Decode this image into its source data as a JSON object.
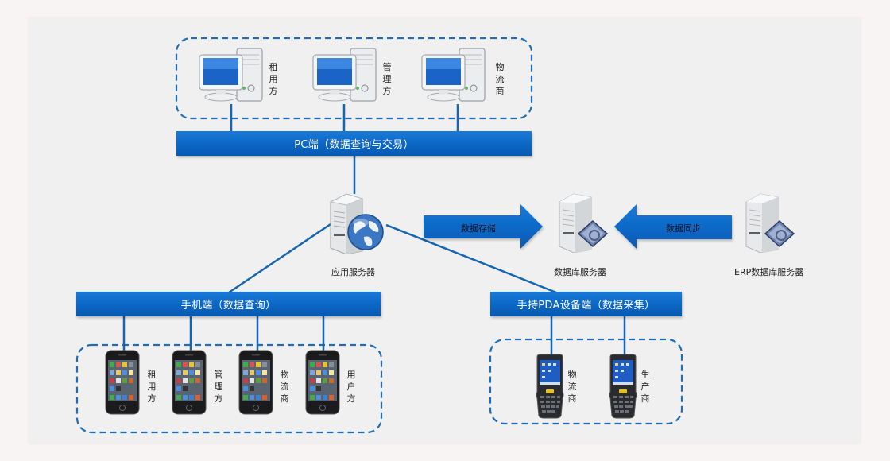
{
  "diagram": {
    "pc_group": {
      "bar_label": "PC端（数据查询与交易）",
      "terminals": [
        {
          "label": "租用方",
          "icon": "desktop-computer-icon"
        },
        {
          "label": "管理方",
          "icon": "desktop-computer-icon"
        },
        {
          "label": "物流商",
          "icon": "desktop-computer-icon"
        }
      ]
    },
    "app_server": {
      "label": "应用服务器",
      "icon": "web-server-icon"
    },
    "db_server": {
      "label": "数据库服务器",
      "icon": "database-server-icon"
    },
    "erp_server": {
      "label": "ERP数据库服务器",
      "icon": "database-server-icon"
    },
    "arrows": {
      "store": {
        "label": "数据存储",
        "direction": "right"
      },
      "sync": {
        "label": "数据同步",
        "direction": "left"
      }
    },
    "mobile_group": {
      "bar_label": "手机端（数据查询）",
      "terminals": [
        {
          "label": "租用方",
          "icon": "smartphone-icon"
        },
        {
          "label": "管理方",
          "icon": "smartphone-icon"
        },
        {
          "label": "物流商",
          "icon": "smartphone-icon"
        },
        {
          "label": "用户方",
          "icon": "smartphone-icon"
        }
      ]
    },
    "pda_group": {
      "bar_label": "手持PDA设备端（数据采集）",
      "terminals": [
        {
          "label": "物流商",
          "icon": "pda-scanner-icon"
        },
        {
          "label": "生产商",
          "icon": "pda-scanner-icon"
        }
      ]
    },
    "colors": {
      "accent": "#0a66c4",
      "line": "#1565b0",
      "dash": "#1f6db5",
      "panel": "#f0f0f0",
      "page": "#f8f4f3"
    }
  }
}
